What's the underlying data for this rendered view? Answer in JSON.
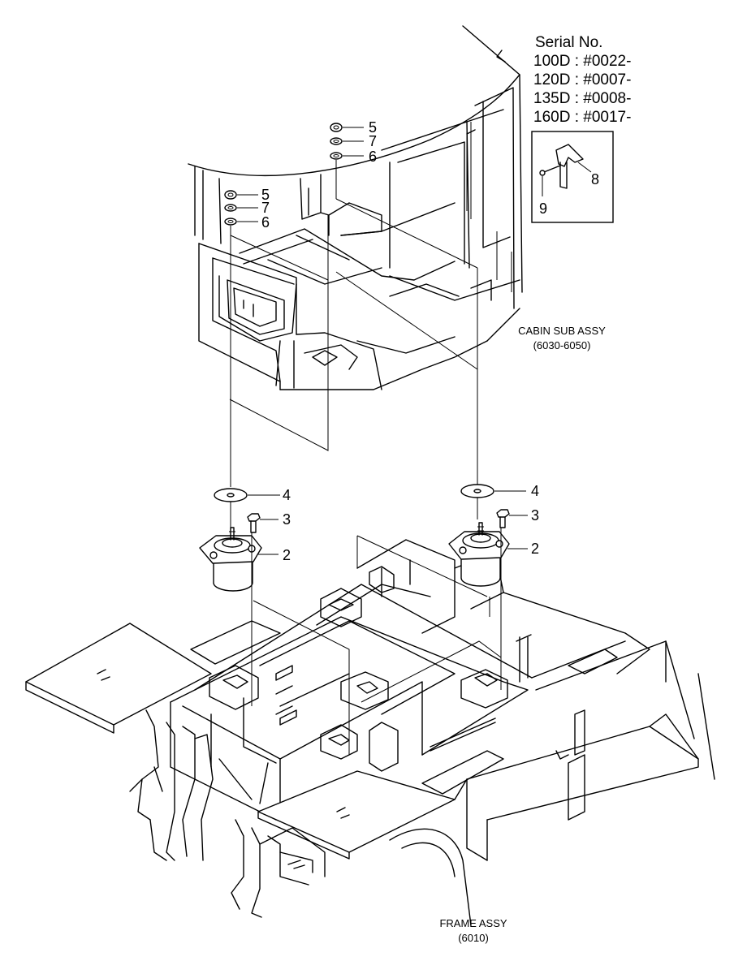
{
  "serial": {
    "title": "Serial No.",
    "lines": [
      "100D : #0022-",
      "120D : #0007-",
      "135D : #0008-",
      "160D : #0017-"
    ]
  },
  "assemblies": {
    "cabin_name": "CABIN SUB ASSY",
    "cabin_code": "(6030-6050)",
    "frame_name": "FRAME ASSY",
    "frame_code": "(6010)"
  },
  "callouts": {
    "c2a": "2",
    "c2b": "2",
    "c3a": "3",
    "c3b": "3",
    "c4a": "4",
    "c4b": "4",
    "c5a": "5",
    "c5b": "5",
    "c6a": "6",
    "c6b": "6",
    "c7a": "7",
    "c7b": "7",
    "c8": "8",
    "c9": "9"
  }
}
